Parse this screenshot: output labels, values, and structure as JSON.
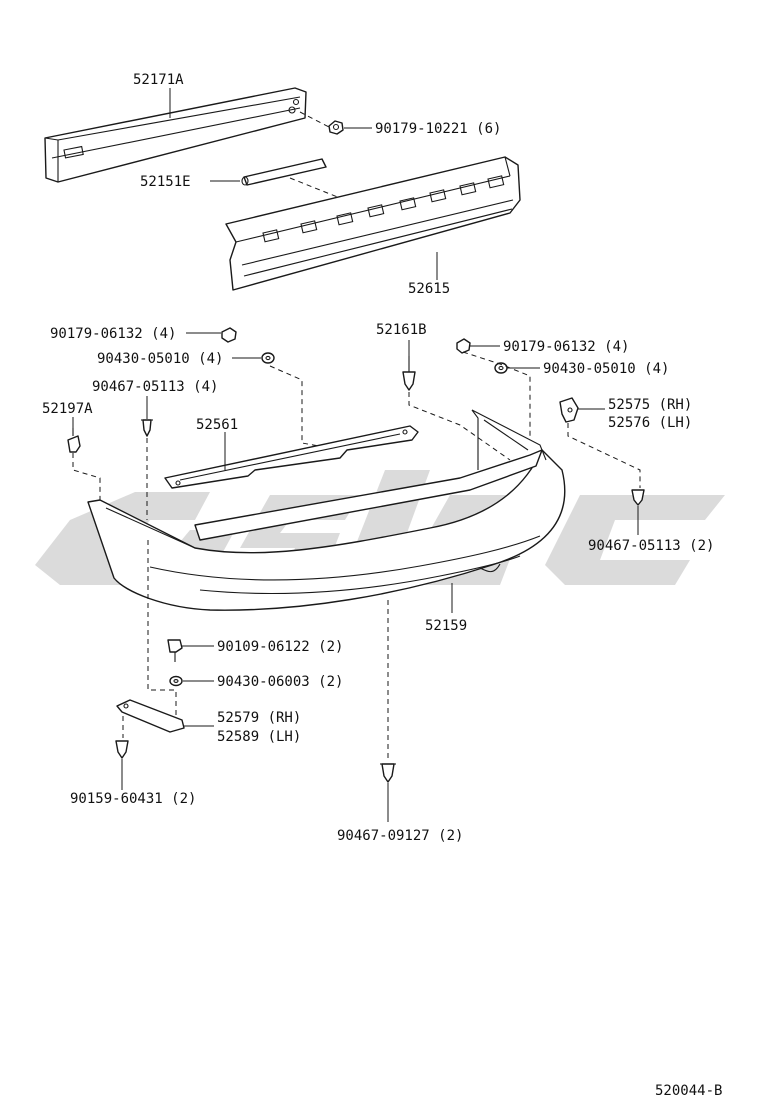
{
  "labels": {
    "reinforcement": "52171A",
    "reinforcement_nut": "90179-10221 (6)",
    "energy_absorber_rod": "52151E",
    "energy_absorber": "52615",
    "nut_left": "90179-06132 (4)",
    "washer_left": "90430-05010 (4)",
    "clip_left": "90467-05113 (4)",
    "retainer_left": "52197A",
    "upper_bracket": "52561",
    "stud_center": "52161B",
    "nut_right": "90179-06132 (4)",
    "washer_right": "90430-05010 (4)",
    "side_bracket_rh": "52575 (RH)",
    "side_bracket_lh": "52576 (LH)",
    "clip_right": "90467-05113 (2)",
    "bumper_cover": "52159",
    "bolt_lower": "90109-06122 (2)",
    "washer_lower": "90430-06003 (2)",
    "lower_bracket_rh": "52579 (RH)",
    "lower_bracket_lh": "52589 (LH)",
    "screw_lower": "90159-60431 (2)",
    "clip_bottom": "90467-09127 (2)",
    "drawing_number": "520044-B"
  },
  "icons": {
    "watermark": "watermark-logo"
  }
}
